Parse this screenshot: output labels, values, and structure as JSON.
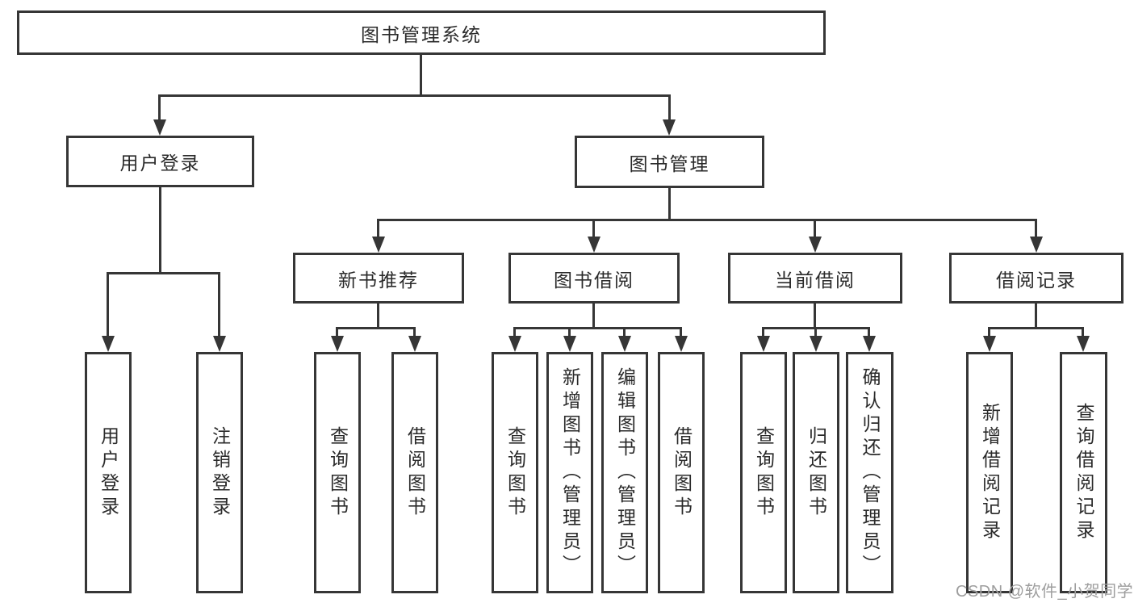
{
  "tree": {
    "root": {
      "label": "图书管理系统"
    },
    "branches": [
      {
        "label": "用户登录",
        "children": [
          {
            "label": "用户登录"
          },
          {
            "label": "注销登录"
          }
        ]
      },
      {
        "label": "图书管理",
        "children": [
          {
            "label": "新书推荐",
            "children": [
              {
                "label": "查询图书"
              },
              {
                "label": "借阅图书"
              }
            ]
          },
          {
            "label": "图书借阅",
            "children": [
              {
                "label": "查询图书"
              },
              {
                "label": "新增图书（管理员）"
              },
              {
                "label": "编辑图书（管理员）"
              },
              {
                "label": "借阅图书"
              }
            ]
          },
          {
            "label": "当前借阅",
            "children": [
              {
                "label": "查询图书"
              },
              {
                "label": "归还图书"
              },
              {
                "label": "确认归还（管理员）"
              }
            ]
          },
          {
            "label": "借阅记录",
            "children": [
              {
                "label": "新增借阅记录"
              },
              {
                "label": "查询借阅记录"
              }
            ]
          }
        ]
      }
    ]
  },
  "watermark": {
    "text": "CSDN @软件_小贺同学",
    "color": "#9e9e9e"
  },
  "colors": {
    "line": "#363636",
    "border": "#363636",
    "text": "#2a2a2a",
    "background": "#ffffff"
  }
}
